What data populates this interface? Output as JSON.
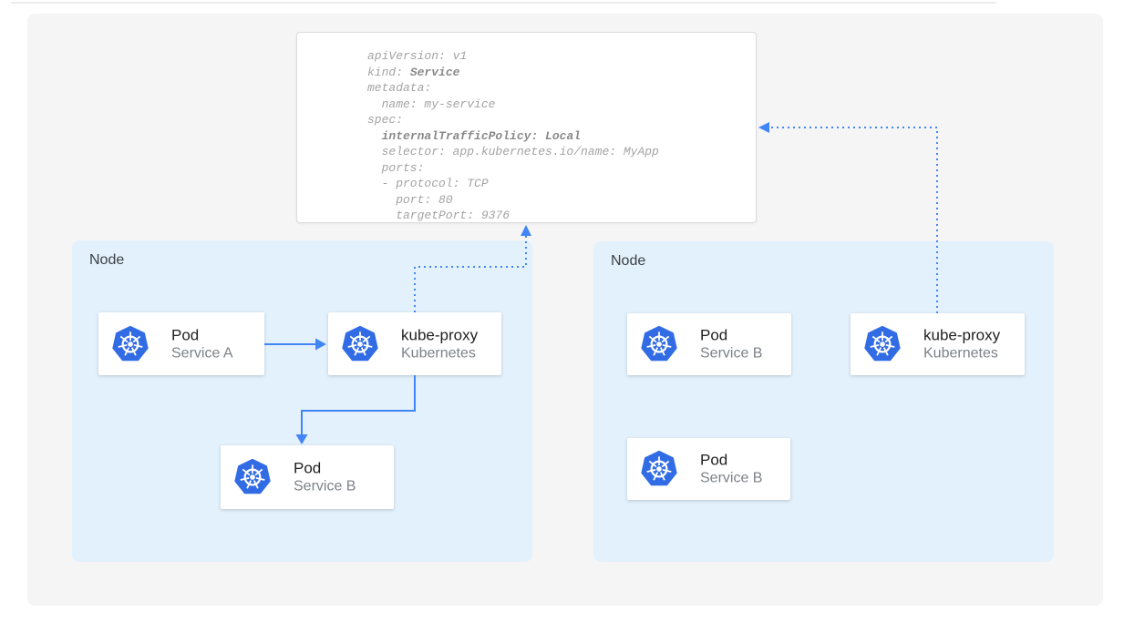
{
  "yaml": {
    "lines": [
      {
        "pre": "apiVersion: v1",
        "bold": ""
      },
      {
        "pre": "kind: ",
        "bold": "Service"
      },
      {
        "pre": "metadata:",
        "bold": ""
      },
      {
        "pre": "  name: my-service",
        "bold": ""
      },
      {
        "pre": "spec:",
        "bold": ""
      },
      {
        "pre": "  ",
        "bold": "internalTrafficPolicy: Local"
      },
      {
        "pre": "  selector: app.kubernetes.io/name: MyApp",
        "bold": ""
      },
      {
        "pre": "  ports:",
        "bold": ""
      },
      {
        "pre": "  - protocol: TCP",
        "bold": ""
      },
      {
        "pre": "    port: 80",
        "bold": ""
      },
      {
        "pre": "    targetPort: 9376",
        "bold": ""
      }
    ]
  },
  "nodes": [
    {
      "label": "Node"
    },
    {
      "label": "Node"
    }
  ],
  "cards": [
    {
      "title": "Pod",
      "subtitle": "Service A"
    },
    {
      "title": "kube-proxy",
      "subtitle": "Kubernetes"
    },
    {
      "title": "Pod",
      "subtitle": "Service B"
    },
    {
      "title": "Pod",
      "subtitle": "Service B"
    },
    {
      "title": "kube-proxy",
      "subtitle": "Kubernetes"
    },
    {
      "title": "Pod",
      "subtitle": "Service B"
    }
  ],
  "colors": {
    "arrow_blue": "#4285f4",
    "node_background": "#e3f1fc",
    "kubernetes_blue": "#326ce5",
    "canvas_background": "#f5f5f6"
  }
}
